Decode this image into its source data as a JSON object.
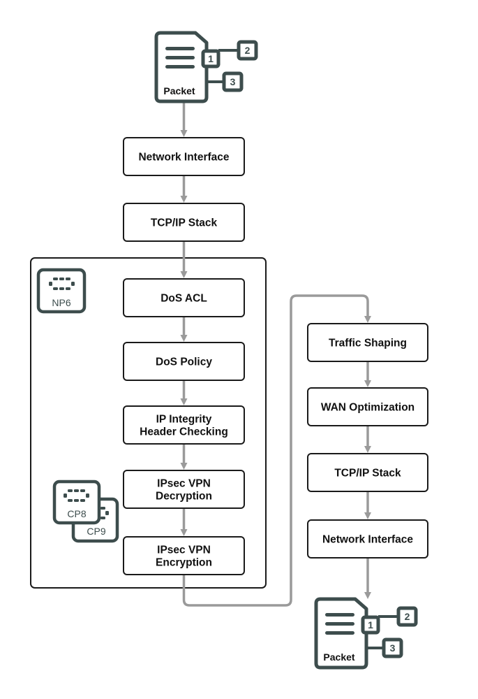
{
  "diagram": {
    "title": "Packet flow through NP6 and CP8/CP9 processors",
    "colors": {
      "box_stroke": "#1a1a1a",
      "arrow": "#9a9a9a",
      "icon": "#3d4d4d",
      "container_stroke": "#1a1a1a"
    },
    "packet_in": {
      "label": "Packet",
      "badges": [
        "1",
        "2",
        "3"
      ],
      "icon": "packet-document-icon"
    },
    "packet_out": {
      "label": "Packet",
      "badges": [
        "1",
        "2",
        "3"
      ],
      "icon": "packet-document-icon"
    },
    "ingress_steps": [
      {
        "id": "network-interface-in",
        "lines": [
          "Network Interface"
        ]
      },
      {
        "id": "tcp-ip-stack-in",
        "lines": [
          "TCP/IP Stack"
        ]
      }
    ],
    "np6_group": {
      "chip_label": "NP6",
      "chip_icon": "processor-chip-icon",
      "steps": [
        {
          "id": "dos-acl",
          "lines": [
            "DoS ACL"
          ]
        },
        {
          "id": "dos-policy",
          "lines": [
            "DoS Policy"
          ]
        },
        {
          "id": "ip-integrity",
          "lines": [
            "IP Integrity",
            "Header Checking"
          ]
        },
        {
          "id": "ipsec-decryption",
          "lines": [
            "IPsec VPN",
            "Decryption"
          ]
        },
        {
          "id": "ipsec-encryption",
          "lines": [
            "IPsec VPN",
            "Encryption"
          ]
        }
      ],
      "cp_chips": [
        {
          "label": "CP8",
          "icon": "processor-chip-icon"
        },
        {
          "label": "CP9",
          "icon": "processor-chip-icon"
        }
      ]
    },
    "egress_steps": [
      {
        "id": "traffic-shaping",
        "lines": [
          "Traffic Shaping"
        ]
      },
      {
        "id": "wan-optimization",
        "lines": [
          "WAN Optimization"
        ]
      },
      {
        "id": "tcp-ip-stack-out",
        "lines": [
          "TCP/IP Stack"
        ]
      },
      {
        "id": "network-interface-out",
        "lines": [
          "Network Interface"
        ]
      }
    ]
  }
}
